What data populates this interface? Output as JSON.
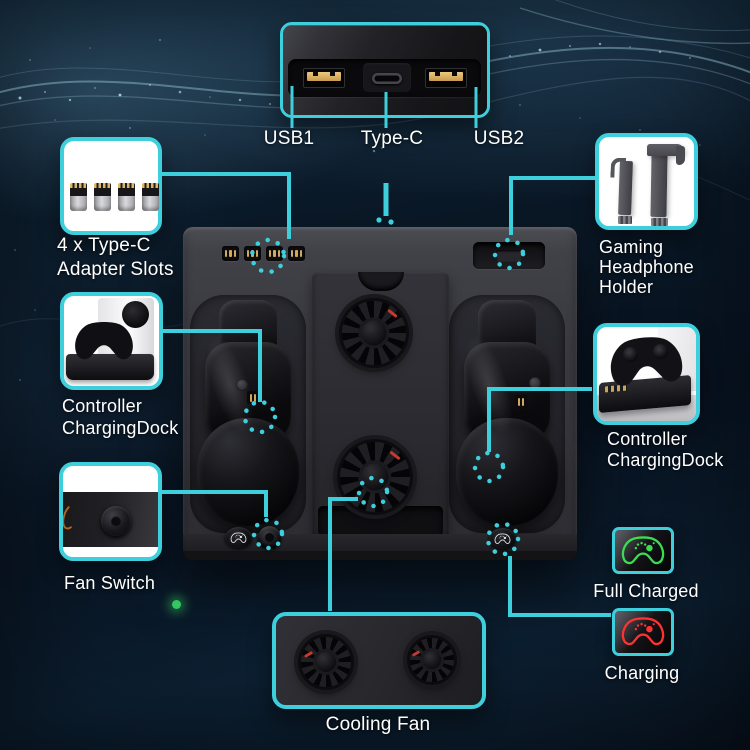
{
  "accent_color": "#3ecfdd",
  "usb_panel": {
    "usb1_label": "USB1",
    "type_c_label": "Type-C",
    "usb2_label": "USB2"
  },
  "callouts": {
    "adapter_slots": {
      "lines": [
        "4 x Type-C",
        "Adapter Slots"
      ]
    },
    "headphone_holder": {
      "lines": [
        "Gaming",
        "Headphone",
        "Holder"
      ]
    },
    "dock_left": {
      "lines": [
        "Controller",
        "ChargingDock"
      ]
    },
    "fan_switch": {
      "label": "Fan Switch"
    },
    "dock_right": {
      "lines": [
        "Controller",
        "ChargingDock"
      ]
    },
    "cooling_fan": {
      "label": "Cooling Fan"
    }
  },
  "status_badges": {
    "full_charged": {
      "label": "Full Charged",
      "color": "#3bdc52"
    },
    "charging": {
      "label": "Charging",
      "color": "#ff3232"
    }
  }
}
